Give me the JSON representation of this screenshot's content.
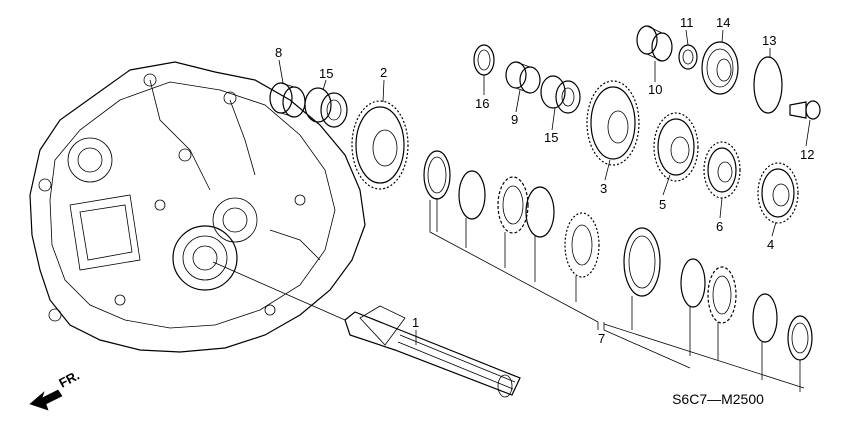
{
  "diagram": {
    "reference_code": "S6C7—M2500",
    "direction_label": "FR.",
    "callouts": [
      {
        "id": "c8",
        "label": "8"
      },
      {
        "id": "c15a",
        "label": "15"
      },
      {
        "id": "c2",
        "label": "2"
      },
      {
        "id": "c16",
        "label": "16"
      },
      {
        "id": "c9",
        "label": "9"
      },
      {
        "id": "c15b",
        "label": "15"
      },
      {
        "id": "c10",
        "label": "10"
      },
      {
        "id": "c11",
        "label": "11"
      },
      {
        "id": "c14",
        "label": "14"
      },
      {
        "id": "c13",
        "label": "13"
      },
      {
        "id": "c12",
        "label": "12"
      },
      {
        "id": "c3",
        "label": "3"
      },
      {
        "id": "c5",
        "label": "5"
      },
      {
        "id": "c6",
        "label": "6"
      },
      {
        "id": "c4",
        "label": "4"
      },
      {
        "id": "c7",
        "label": "7"
      },
      {
        "id": "c1",
        "label": "1"
      }
    ]
  }
}
